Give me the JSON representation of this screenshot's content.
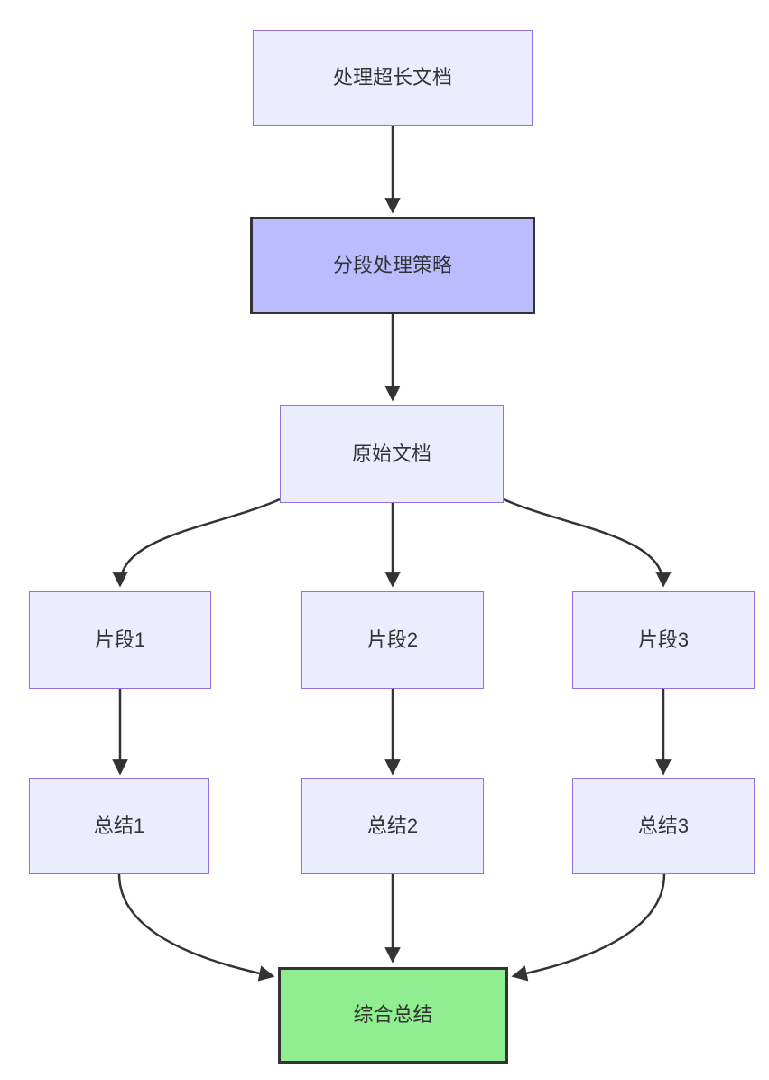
{
  "diagram": {
    "type": "flowchart",
    "direction": "top-down",
    "nodes": [
      {
        "id": "A",
        "label": "处理超长文档",
        "role": "default"
      },
      {
        "id": "B",
        "label": "分段处理策略",
        "role": "highlight"
      },
      {
        "id": "C",
        "label": "原始文档",
        "role": "default"
      },
      {
        "id": "D",
        "label": "片段1",
        "role": "default"
      },
      {
        "id": "E",
        "label": "片段2",
        "role": "default"
      },
      {
        "id": "F",
        "label": "片段3",
        "role": "default"
      },
      {
        "id": "G",
        "label": "总结1",
        "role": "default"
      },
      {
        "id": "H",
        "label": "总结2",
        "role": "default"
      },
      {
        "id": "I",
        "label": "总结3",
        "role": "default"
      },
      {
        "id": "J",
        "label": "综合总结",
        "role": "success"
      }
    ],
    "edges": [
      {
        "from": "A",
        "to": "B"
      },
      {
        "from": "B",
        "to": "C"
      },
      {
        "from": "C",
        "to": "D"
      },
      {
        "from": "C",
        "to": "E"
      },
      {
        "from": "C",
        "to": "F"
      },
      {
        "from": "D",
        "to": "G"
      },
      {
        "from": "E",
        "to": "H"
      },
      {
        "from": "F",
        "to": "I"
      },
      {
        "from": "G",
        "to": "J"
      },
      {
        "from": "H",
        "to": "J"
      },
      {
        "from": "I",
        "to": "J"
      }
    ],
    "colors": {
      "node_fill": "#ECECFF",
      "node_border": "#9370DB",
      "highlight_fill": "#BBBBFF",
      "success_fill": "#90EE90",
      "strong_border": "#333333",
      "edge": "#333333",
      "text": "#333333",
      "background": "#FFFFFF"
    }
  }
}
